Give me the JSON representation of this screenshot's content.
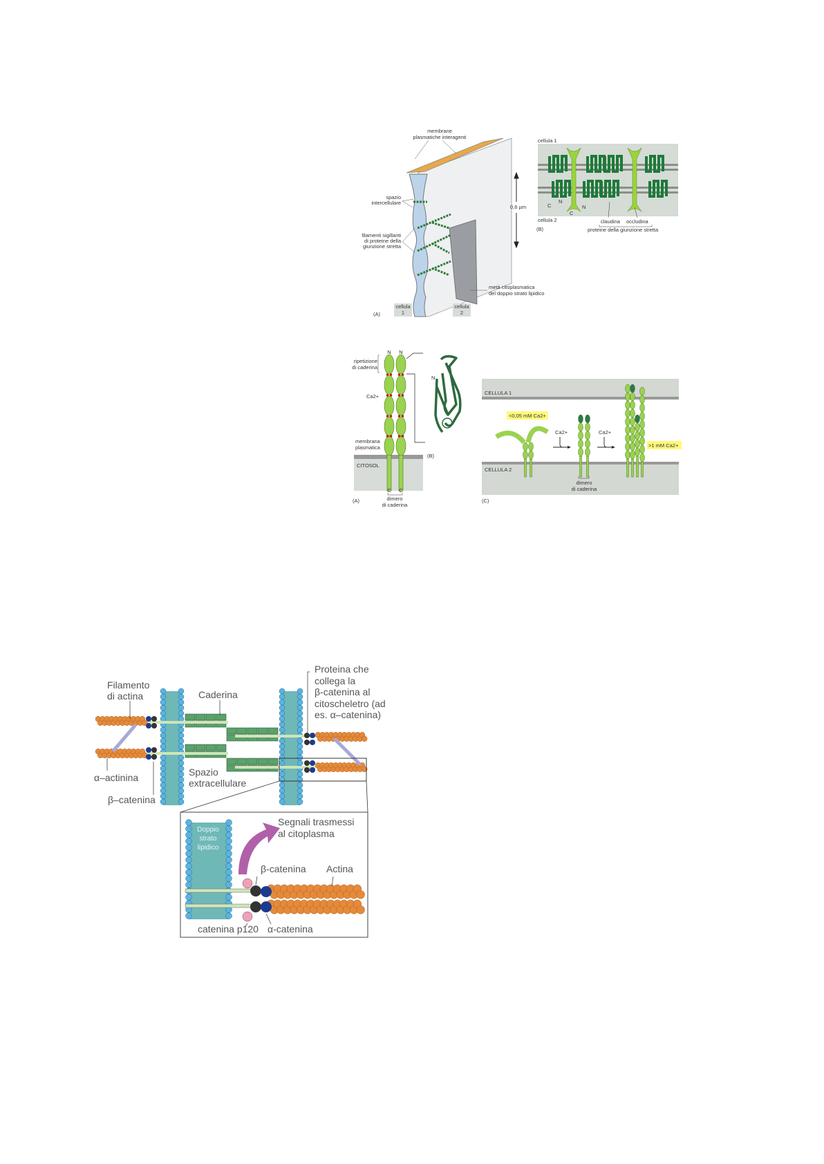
{
  "figure_tight_junction": {
    "panel_a": {
      "membranes_label": [
        "membrane",
        "plasmatiche interagenti"
      ],
      "intercellular_space_label": [
        "spazio",
        "intercellulare"
      ],
      "sealing_strands_label": [
        "filamenti sigillanti",
        "di proteine della",
        "giunzione stretta"
      ],
      "scale_label": "0,6 µm",
      "cytoplasmic_half_label": [
        "metà citoplasmatica",
        "del doppio strato lipidico"
      ],
      "panel_letter": "(A)",
      "cell1_label": [
        "cellula",
        "1"
      ],
      "cell2_label": [
        "cellula",
        "2"
      ]
    },
    "panel_b": {
      "cell1_label": "cellula 1",
      "cell2_label": "cellula 2",
      "terminal_labels": [
        "C",
        "N",
        "C",
        "N"
      ],
      "claudin_label": "claudina",
      "occludin_label": "occludina",
      "group_label": "proteine della giunzione stretta",
      "panel_letter": "(B)",
      "colors": {
        "claudin": "#1e7a3a",
        "occludin": "#9ad43c",
        "background": "#d5dbd5"
      }
    }
  },
  "figure_cadherin": {
    "panel_a": {
      "n_labels": [
        "N",
        "N"
      ],
      "repeat_label": [
        "ripetizione",
        "di caderina"
      ],
      "calcium_label": "Ca2+",
      "membrane_label": [
        "membrana",
        "plasmatica"
      ],
      "cytosol_label": "CITOSOL",
      "c_labels": [
        "C",
        "C"
      ],
      "dimer_label": [
        "dimero",
        "di caderina"
      ],
      "panel_letter": "(A)"
    },
    "panel_b": {
      "n_label": "N",
      "panel_letter": "(B)"
    },
    "panel_c": {
      "cell1_label": "CELLULA 1",
      "cell2_label": "CELLULA 2",
      "low_calcium_label": "<0,05 mM Ca2+",
      "high_calcium_label": ">1 mM Ca2+",
      "arrow_labels": [
        "Ca2+",
        "Ca2+"
      ],
      "dimer_label": [
        "dimero",
        "di caderina"
      ],
      "panel_letter": "(C)"
    }
  },
  "figure_adherens": {
    "actin_filament_label": [
      "Filamento",
      "di actina"
    ],
    "cadherin_label": "Caderina",
    "linker_label": [
      "Proteina che",
      "collega la",
      "β-catenina al",
      "citoscheletro (ad",
      "es. α–catenina)"
    ],
    "alpha_actinin_label": "α–actinina",
    "extracellular_label": [
      "Spazio",
      "extracellulare"
    ],
    "beta_catenin_label": "β–catenina",
    "inset": {
      "bilayer_label": [
        "Doppio",
        "strato",
        "lipidico"
      ],
      "signals_label": [
        "Segnali trasmessi",
        "al citoplasma"
      ],
      "beta_catenin_label": "β-catenina",
      "actin_label": "Actina",
      "p120_label": "catenina p120",
      "alpha_catenin_label": "α-catenina"
    }
  }
}
